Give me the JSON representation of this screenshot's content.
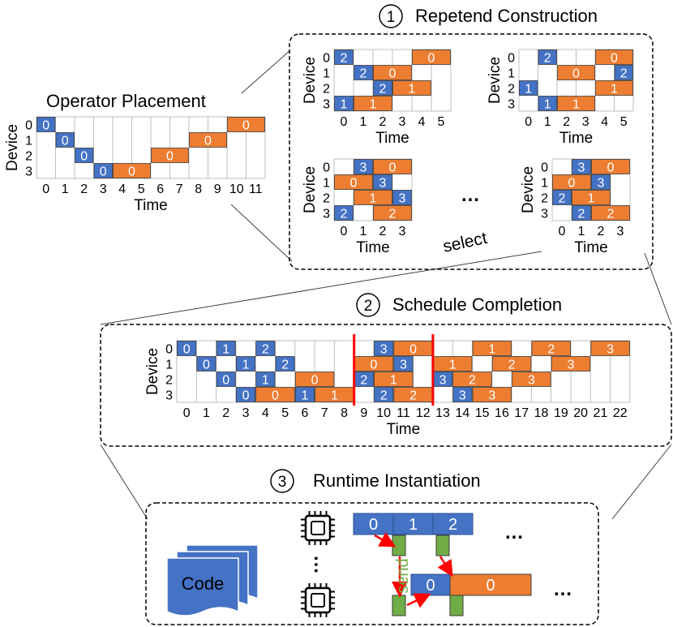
{
  "operator_placement": {
    "title": "Operator Placement",
    "ylabel": "Device",
    "xlabel": "Time",
    "devices": [
      "0",
      "1",
      "2",
      "3"
    ],
    "times": [
      "0",
      "1",
      "2",
      "3",
      "4",
      "5",
      "6",
      "7",
      "8",
      "9",
      "10",
      "11"
    ],
    "ncols": 12,
    "blocks": [
      {
        "d": 0,
        "t": 0,
        "w": 1,
        "kind": "fwd",
        "label": "0"
      },
      {
        "d": 1,
        "t": 1,
        "w": 1,
        "kind": "fwd",
        "label": "0"
      },
      {
        "d": 2,
        "t": 2,
        "w": 1,
        "kind": "fwd",
        "label": "0"
      },
      {
        "d": 3,
        "t": 3,
        "w": 1,
        "kind": "fwd",
        "label": "0"
      },
      {
        "d": 3,
        "t": 4,
        "w": 2,
        "kind": "bwd",
        "label": "0"
      },
      {
        "d": 2,
        "t": 6,
        "w": 2,
        "kind": "bwd",
        "label": "0"
      },
      {
        "d": 1,
        "t": 8,
        "w": 2,
        "kind": "bwd",
        "label": "0"
      },
      {
        "d": 0,
        "t": 10,
        "w": 2,
        "kind": "bwd",
        "label": "0"
      }
    ]
  },
  "repetend": {
    "step": "1",
    "title": "Repetend Construction",
    "select_label": "select",
    "ellipsis": "…",
    "charts": [
      {
        "ylabel": "Device",
        "xlabel": "Time",
        "devices": [
          "0",
          "1",
          "2",
          "3"
        ],
        "times": [
          "0",
          "1",
          "2",
          "3",
          "4",
          "5"
        ],
        "ncols": 6,
        "blocks": [
          {
            "d": 0,
            "t": 0,
            "w": 1,
            "kind": "fwd",
            "label": "2"
          },
          {
            "d": 0,
            "t": 4,
            "w": 2,
            "kind": "bwd",
            "label": "0"
          },
          {
            "d": 1,
            "t": 1,
            "w": 1,
            "kind": "fwd",
            "label": "2"
          },
          {
            "d": 1,
            "t": 2,
            "w": 2,
            "kind": "bwd",
            "label": "0"
          },
          {
            "d": 2,
            "t": 2,
            "w": 1,
            "kind": "fwd",
            "label": "2"
          },
          {
            "d": 2,
            "t": 3,
            "w": 2,
            "kind": "bwd",
            "label": "1"
          },
          {
            "d": 3,
            "t": 0,
            "w": 1,
            "kind": "fwd",
            "label": "1"
          },
          {
            "d": 3,
            "t": 1,
            "w": 2,
            "kind": "bwd",
            "label": "1"
          }
        ]
      },
      {
        "ylabel": "Device",
        "xlabel": "Time",
        "devices": [
          "0",
          "1",
          "2",
          "3"
        ],
        "times": [
          "0",
          "1",
          "2",
          "3",
          "4",
          "5"
        ],
        "ncols": 6,
        "blocks": [
          {
            "d": 0,
            "t": 1,
            "w": 1,
            "kind": "fwd",
            "label": "2"
          },
          {
            "d": 0,
            "t": 4,
            "w": 2,
            "kind": "bwd",
            "label": "0"
          },
          {
            "d": 1,
            "t": 2,
            "w": 2,
            "kind": "bwd",
            "label": "0"
          },
          {
            "d": 1,
            "t": 5,
            "w": 1,
            "kind": "fwd",
            "label": "2"
          },
          {
            "d": 2,
            "t": 0,
            "w": 1,
            "kind": "fwd",
            "label": "1"
          },
          {
            "d": 2,
            "t": 4,
            "w": 2,
            "kind": "bwd",
            "label": "1"
          },
          {
            "d": 3,
            "t": 1,
            "w": 1,
            "kind": "fwd",
            "label": "1"
          },
          {
            "d": 3,
            "t": 2,
            "w": 2,
            "kind": "bwd",
            "label": "1"
          }
        ]
      },
      {
        "ylabel": "Device",
        "xlabel": "Time",
        "devices": [
          "0",
          "1",
          "2",
          "3"
        ],
        "times": [
          "0",
          "1",
          "2",
          "3"
        ],
        "ncols": 4,
        "blocks": [
          {
            "d": 0,
            "t": 1,
            "w": 1,
            "kind": "fwd",
            "label": "3"
          },
          {
            "d": 0,
            "t": 2,
            "w": 2,
            "kind": "bwd",
            "label": "0"
          },
          {
            "d": 1,
            "t": 0,
            "w": 2,
            "kind": "bwd",
            "label": "0"
          },
          {
            "d": 1,
            "t": 2,
            "w": 1,
            "kind": "fwd",
            "label": "3"
          },
          {
            "d": 2,
            "t": 1,
            "w": 2,
            "kind": "bwd",
            "label": "1"
          },
          {
            "d": 2,
            "t": 3,
            "w": 1,
            "kind": "fwd",
            "label": "3"
          },
          {
            "d": 3,
            "t": 0,
            "w": 1,
            "kind": "fwd",
            "label": "2"
          },
          {
            "d": 3,
            "t": 2,
            "w": 2,
            "kind": "bwd",
            "label": "2"
          }
        ]
      },
      {
        "ylabel": "Device",
        "xlabel": "Time",
        "devices": [
          "0",
          "1",
          "2",
          "3"
        ],
        "times": [
          "0",
          "1",
          "2",
          "3"
        ],
        "ncols": 4,
        "blocks": [
          {
            "d": 0,
            "t": 1,
            "w": 1,
            "kind": "fwd",
            "label": "3"
          },
          {
            "d": 0,
            "t": 2,
            "w": 2,
            "kind": "bwd",
            "label": "0"
          },
          {
            "d": 1,
            "t": 0,
            "w": 2,
            "kind": "bwd",
            "label": "0"
          },
          {
            "d": 1,
            "t": 2,
            "w": 1,
            "kind": "fwd",
            "label": "3"
          },
          {
            "d": 2,
            "t": 0,
            "w": 1,
            "kind": "fwd",
            "label": "2"
          },
          {
            "d": 2,
            "t": 1,
            "w": 2,
            "kind": "bwd",
            "label": "1"
          },
          {
            "d": 3,
            "t": 1,
            "w": 1,
            "kind": "fwd",
            "label": "2"
          },
          {
            "d": 3,
            "t": 2,
            "w": 2,
            "kind": "bwd",
            "label": "2"
          }
        ]
      }
    ]
  },
  "schedule": {
    "step": "2",
    "title": "Schedule Completion",
    "ylabel": "Device",
    "xlabel": "Time",
    "devices": [
      "0",
      "1",
      "2",
      "3"
    ],
    "times": [
      "0",
      "1",
      "2",
      "3",
      "4",
      "5",
      "6",
      "7",
      "8",
      "9",
      "10",
      "11",
      "12",
      "13",
      "14",
      "15",
      "16",
      "17",
      "18",
      "19",
      "20",
      "21",
      "22"
    ],
    "ncols": 23,
    "red_lines": [
      9,
      13
    ],
    "blocks": [
      {
        "d": 0,
        "t": 0,
        "w": 1,
        "kind": "fwd",
        "label": "0"
      },
      {
        "d": 0,
        "t": 2,
        "w": 1,
        "kind": "fwd",
        "label": "1"
      },
      {
        "d": 0,
        "t": 4,
        "w": 1,
        "kind": "fwd",
        "label": "2"
      },
      {
        "d": 0,
        "t": 10,
        "w": 1,
        "kind": "fwd",
        "label": "3"
      },
      {
        "d": 0,
        "t": 11,
        "w": 2,
        "kind": "bwd",
        "label": "0"
      },
      {
        "d": 0,
        "t": 15,
        "w": 2,
        "kind": "bwd",
        "label": "1"
      },
      {
        "d": 0,
        "t": 18,
        "w": 2,
        "kind": "bwd",
        "label": "2"
      },
      {
        "d": 0,
        "t": 21,
        "w": 2,
        "kind": "bwd",
        "label": "3"
      },
      {
        "d": 1,
        "t": 1,
        "w": 1,
        "kind": "fwd",
        "label": "0"
      },
      {
        "d": 1,
        "t": 3,
        "w": 1,
        "kind": "fwd",
        "label": "1"
      },
      {
        "d": 1,
        "t": 5,
        "w": 1,
        "kind": "fwd",
        "label": "2"
      },
      {
        "d": 1,
        "t": 9,
        "w": 2,
        "kind": "bwd",
        "label": "0"
      },
      {
        "d": 1,
        "t": 11,
        "w": 1,
        "kind": "fwd",
        "label": "3"
      },
      {
        "d": 1,
        "t": 13,
        "w": 2,
        "kind": "bwd",
        "label": "1"
      },
      {
        "d": 1,
        "t": 16,
        "w": 2,
        "kind": "bwd",
        "label": "2"
      },
      {
        "d": 1,
        "t": 19,
        "w": 2,
        "kind": "bwd",
        "label": "3"
      },
      {
        "d": 2,
        "t": 2,
        "w": 1,
        "kind": "fwd",
        "label": "0"
      },
      {
        "d": 2,
        "t": 4,
        "w": 1,
        "kind": "fwd",
        "label": "1"
      },
      {
        "d": 2,
        "t": 6,
        "w": 2,
        "kind": "bwd",
        "label": "0"
      },
      {
        "d": 2,
        "t": 9,
        "w": 1,
        "kind": "fwd",
        "label": "2"
      },
      {
        "d": 2,
        "t": 10,
        "w": 2,
        "kind": "bwd",
        "label": "1"
      },
      {
        "d": 2,
        "t": 13,
        "w": 1,
        "kind": "fwd",
        "label": "3"
      },
      {
        "d": 2,
        "t": 14,
        "w": 2,
        "kind": "bwd",
        "label": "2"
      },
      {
        "d": 2,
        "t": 17,
        "w": 2,
        "kind": "bwd",
        "label": "3"
      },
      {
        "d": 3,
        "t": 3,
        "w": 1,
        "kind": "fwd",
        "label": "0"
      },
      {
        "d": 3,
        "t": 4,
        "w": 2,
        "kind": "bwd",
        "label": "0"
      },
      {
        "d": 3,
        "t": 6,
        "w": 1,
        "kind": "fwd",
        "label": "1"
      },
      {
        "d": 3,
        "t": 7,
        "w": 2,
        "kind": "bwd",
        "label": "1"
      },
      {
        "d": 3,
        "t": 10,
        "w": 1,
        "kind": "fwd",
        "label": "2"
      },
      {
        "d": 3,
        "t": 11,
        "w": 2,
        "kind": "bwd",
        "label": "2"
      },
      {
        "d": 3,
        "t": 14,
        "w": 1,
        "kind": "fwd",
        "label": "3"
      },
      {
        "d": 3,
        "t": 15,
        "w": 2,
        "kind": "bwd",
        "label": "3"
      }
    ]
  },
  "runtime": {
    "step": "3",
    "title": "Runtime Instantiation",
    "code_label": "Code",
    "send_label": "send",
    "chip_ellipsis": "…",
    "top_ellipsis": "…",
    "bottom_ellipsis": "…",
    "top_blocks": [
      "0",
      "1",
      "2"
    ],
    "bottom_fwd": "0",
    "bottom_bwd": "0"
  },
  "colors": {
    "forward": "#4472c4",
    "backward": "#ed7d31",
    "send_block": "#70ad47",
    "arrow": "#ff0000",
    "red_line": "#ff0000",
    "send_text": "#70ad47",
    "grid": "#bfbfbf"
  }
}
